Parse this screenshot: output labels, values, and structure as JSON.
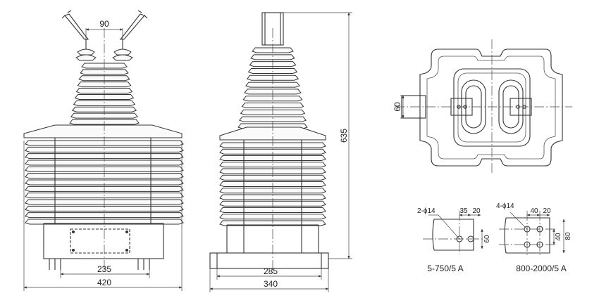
{
  "dimensions": {
    "terminal_spacing": "90",
    "base_bolt_spacing_front": "235",
    "base_width_front": "420",
    "base_bolt_spacing_side": "285",
    "base_width_side": "340",
    "height": "635",
    "terminal_width": "60"
  },
  "details": {
    "small": {
      "hole_label": "2-ϕ14",
      "dim_a": "35",
      "dim_b": "20",
      "dim_c": "60",
      "caption": "5-750/5 A"
    },
    "large": {
      "hole_label": "4-ϕ14",
      "dim_a": "40",
      "dim_b": "20",
      "dim_c": "40",
      "dim_d": "80",
      "caption": "800-2000/5 A"
    }
  }
}
